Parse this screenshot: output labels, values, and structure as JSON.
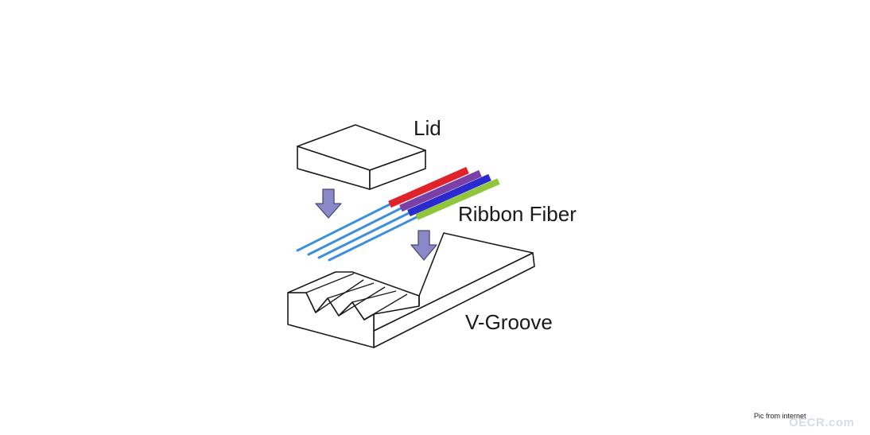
{
  "labels": {
    "lid": "Lid",
    "ribbon_fiber": "Ribbon Fiber",
    "v_groove": "V-Groove"
  },
  "caption": "Pic from internet",
  "watermark": "OECR.com",
  "colors": {
    "outline": "#1a1a1a",
    "block_fill": "#ffffff",
    "arrow_fill": "#8a88c6",
    "arrow_stroke": "#4a4878",
    "fiber_core": "#3d8fdc",
    "ribbon_red": "#e0232a",
    "ribbon_purple": "#7b3fa8",
    "ribbon_blue": "#2a2ad0",
    "ribbon_green": "#8fc63a"
  },
  "icons": {
    "arrow_to_fibers": "down-arrow-icon",
    "arrow_to_vgroove": "down-arrow-icon"
  }
}
